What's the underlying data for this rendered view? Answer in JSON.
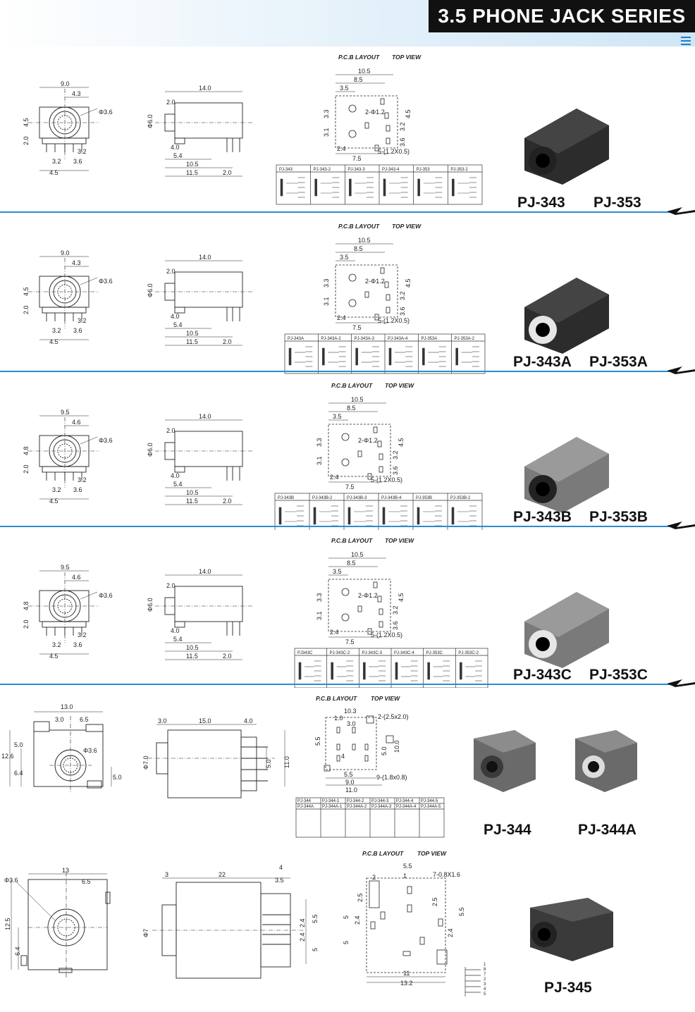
{
  "header": {
    "title": "3.5 PHONE JACK SERIES"
  },
  "pcb_heading": "P.C.B LAYOUT",
  "top_view_heading": "TOP VIEW",
  "sections": [
    {
      "id": "s1",
      "models": [
        "PJ-343",
        "PJ-353"
      ],
      "front": {
        "width": "9.0",
        "offset": "4.3",
        "dia": "Φ3.6",
        "h1": "4.5",
        "h2": "2.0",
        "p1": "3.2",
        "p2": "3.2",
        "p3": "3.6",
        "p4": "4.5"
      },
      "side": {
        "len": "14.0",
        "dia": "Φ6.0",
        "d1": "2.0",
        "d2": "4.0",
        "d3": "5.4",
        "d4": "10.5",
        "d5": "11.5",
        "d6": "2.0"
      },
      "pcb": {
        "w1": "10.5",
        "w2": "8.5",
        "w3": "3.5",
        "hole": "2-Φ1.2",
        "v1": "4.5",
        "v2": "3.2",
        "v3": "3.6",
        "h1": "3.3",
        "h2": "3.1",
        "b1": "2.4",
        "b2": "7.5",
        "slot": "5-(1.2X0.5)"
      },
      "schem": [
        "PJ-343",
        "PJ-343-2",
        "PJ-343-3",
        "PJ-343-4",
        "PJ-353",
        "PJ-353-2"
      ]
    },
    {
      "id": "s2",
      "models": [
        "PJ-343A",
        "PJ-353A"
      ],
      "front": {
        "width": "9.0",
        "offset": "4.3",
        "dia": "Φ3.6",
        "h1": "4.5",
        "h2": "2.0",
        "p1": "3.2",
        "p2": "3.2",
        "p3": "3.6",
        "p4": "4.5"
      },
      "side": {
        "len": "14.0",
        "dia": "Φ6.0",
        "d1": "2.0",
        "d2": "4.0",
        "d3": "5.4",
        "d4": "10.5",
        "d5": "11.5",
        "d6": "2.0"
      },
      "pcb": {
        "w1": "10.5",
        "w2": "8.5",
        "w3": "3.5",
        "hole": "2-Φ1.2",
        "v1": "4.5",
        "v2": "3.2",
        "v3": "3.6",
        "h1": "3.3",
        "h2": "3.1",
        "b1": "2.4",
        "b2": "7.5",
        "slot": "5-(1.2X0.5)"
      },
      "schem": [
        "PJ-343A",
        "PJ-343A-2",
        "PJ-343A-3",
        "PJ-343A-4",
        "PJ-353A",
        "PJ-353A-2"
      ]
    },
    {
      "id": "s3",
      "models": [
        "PJ-343B",
        "PJ-353B"
      ],
      "front": {
        "width": "9.5",
        "offset": "4.6",
        "dia": "Φ3.6",
        "h1": "4.8",
        "h2": "2.0",
        "p1": "3.2",
        "p2": "3.2",
        "p3": "3.6",
        "p4": "4.5"
      },
      "side": {
        "len": "14.0",
        "dia": "Φ6.0",
        "d1": "2.0",
        "d2": "4.0",
        "d3": "5.4",
        "d4": "10.5",
        "d5": "11.5",
        "d6": "2.0"
      },
      "pcb": {
        "w1": "10.5",
        "w2": "8.5",
        "w3": "3.5",
        "hole": "2-Φ1.2",
        "v1": "4.5",
        "v2": "3.2",
        "v3": "3.6",
        "h1": "3.3",
        "h2": "3.1",
        "b1": "2.4",
        "b2": "7.5",
        "slot": "5-(1.2X0.5)"
      },
      "schem": [
        "PJ-343B",
        "PJ-343B-2",
        "PJ-343B-3",
        "PJ-343B-4",
        "PJ-353B",
        "PJ-353B-2"
      ]
    },
    {
      "id": "s4",
      "models": [
        "PJ-343C",
        "PJ-353C"
      ],
      "front": {
        "width": "9.5",
        "offset": "4.6",
        "dia": "Φ3.6",
        "h1": "4.8",
        "h2": "2.0",
        "p1": "3.2",
        "p2": "3.2",
        "p3": "3.6",
        "p4": "4.5"
      },
      "side": {
        "len": "14.0",
        "dia": "Φ6.0",
        "d1": "2.0",
        "d2": "4.0",
        "d3": "5.4",
        "d4": "10.5",
        "d5": "11.5",
        "d6": "2.0"
      },
      "pcb": {
        "w1": "10.5",
        "w2": "8.5",
        "w3": "3.5",
        "hole": "2-Φ1.2",
        "v1": "4.5",
        "v2": "3.2",
        "v3": "3.6",
        "h1": "3.3",
        "h2": "3.1",
        "b1": "2.4",
        "b2": "7.5",
        "slot": "5-(1.2X0.5)"
      },
      "schem": [
        "PJ343C",
        "PJ-343C-2",
        "PJ-343C-3",
        "PJ-343C-4",
        "PJ-353C",
        "PJ-353C-2"
      ]
    }
  ],
  "s5": {
    "models": [
      "PJ-344",
      "PJ-344A"
    ],
    "front": {
      "w": "13.0",
      "a": "3.0",
      "b": "6.5",
      "dia": "Φ3.6",
      "h": "12.6",
      "h1": "5.0",
      "h2": "6.4",
      "h3": "5.0"
    },
    "side": {
      "a": "3.0",
      "b": "15.0",
      "c": "4.0",
      "dia": "Φ7.0",
      "v1": "5.0",
      "v2": "11.0"
    },
    "pcb": {
      "w": "10.3",
      "pad": "2-(2.5x2.0)",
      "a": "1.0",
      "b": "3.0",
      "v1": "5.5",
      "v2": "5.0",
      "v3": "10.0",
      "c": "4",
      "d": "5.5",
      "e": "9.0",
      "f": "11.0",
      "hole": "9-(1.8x0.8)"
    },
    "schem_top": [
      "PJ-344",
      "PJ-344-1",
      "PJ-344-2",
      "PJ-344-3",
      "PJ-344-4",
      "PJ-344-5"
    ],
    "schem_bot": [
      "PJ-344A",
      "PJ-344A-1",
      "PJ-344A-2",
      "PJ-344A-3",
      "PJ-344A-4",
      "PJ-344A-5"
    ]
  },
  "s6": {
    "models": [
      "PJ-345"
    ],
    "front": {
      "w": "13",
      "b": "6.5",
      "dia": "Φ3.6",
      "h": "12.5",
      "h2": "6.4"
    },
    "side": {
      "a": "3",
      "b": "22",
      "c": "4",
      "d": "3.5",
      "dia": "Φ7",
      "v1": "5.5",
      "v2": "2.4",
      "v3": "2.4",
      "v4": "5"
    },
    "pcb": {
      "a": "5.5",
      "b": "1",
      "pad": "7-0.8X1.6",
      "c": "2",
      "d": "2.5",
      "e": "2.5",
      "f": "2.4",
      "g": "5",
      "h": "5.5",
      "i": "2.4",
      "j": "5",
      "k": "11",
      "l": "13.2"
    },
    "pins": [
      "1",
      "8",
      "7",
      "2",
      "3",
      "4",
      "5"
    ]
  }
}
